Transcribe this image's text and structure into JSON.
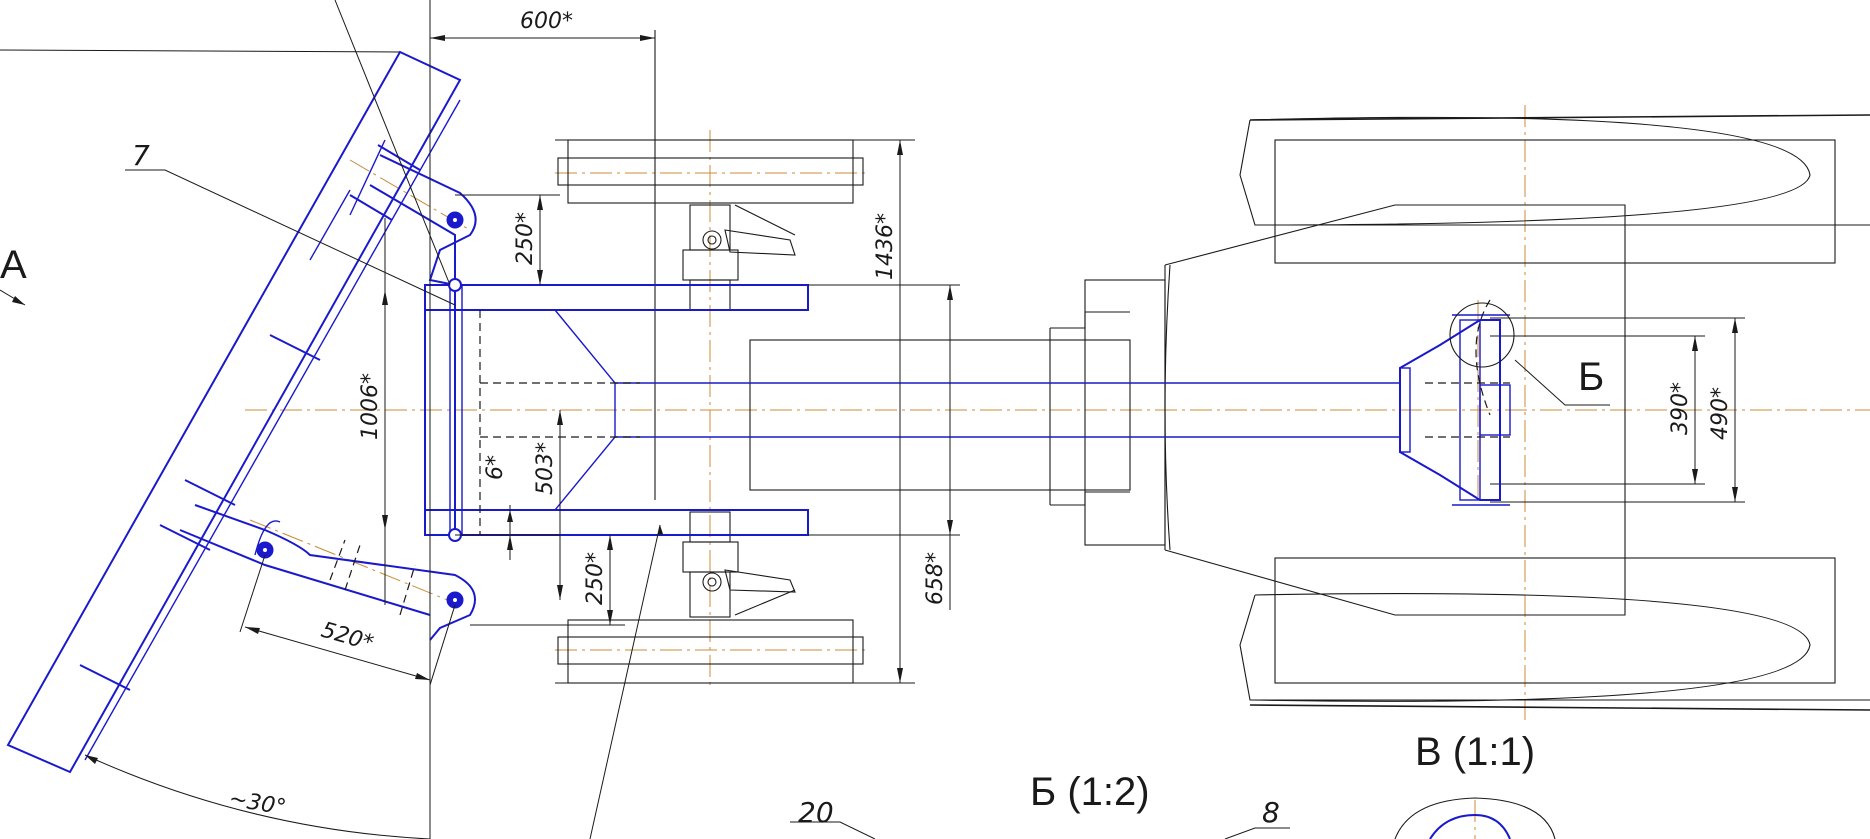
{
  "drawing": {
    "dimensions": {
      "d600": "600*",
      "d250_top": "250*",
      "d1436": "1436*",
      "d1006": "1006*",
      "d6": "6*",
      "d503": "503*",
      "d250_bottom": "250*",
      "d658": "658*",
      "d520": "520*",
      "angle30": "~30°",
      "d390": "390*",
      "d490": "490*"
    },
    "labels": {
      "view_a": "A",
      "pos7": "7",
      "pos20": "20",
      "pos8": "8",
      "detail_b": "Б",
      "detail_b_scale": "Б (1:2)",
      "view_v_scale": "В (1:1)"
    },
    "colors": {
      "outline": "#1a1a1a",
      "blade": "#1a1acc",
      "centerline": "#cc8a3a"
    }
  }
}
